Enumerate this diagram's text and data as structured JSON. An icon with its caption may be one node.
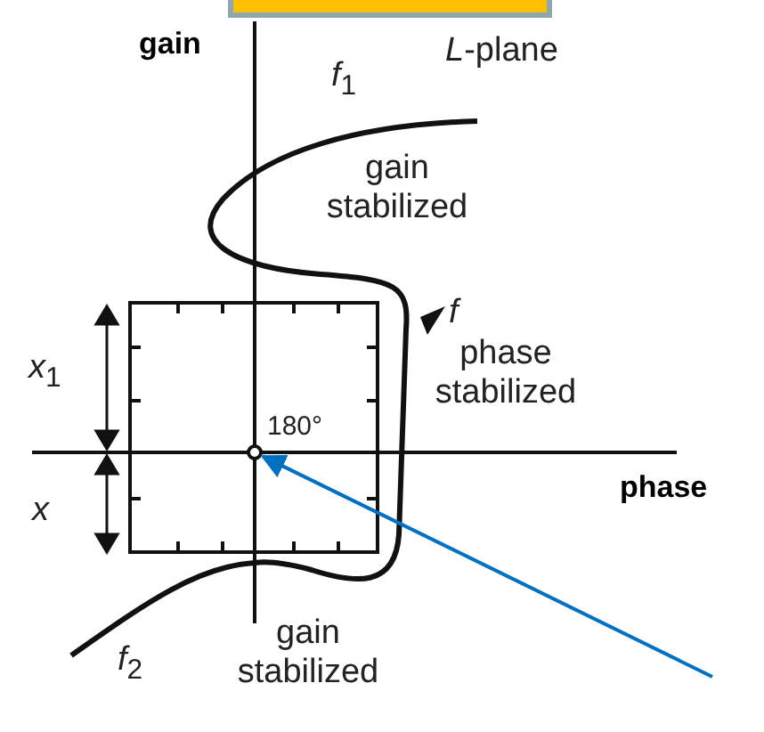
{
  "diagram": {
    "nodes": [
      {
        "text": [],
        "shape": "box"
      },
      {
        "text": [],
        "shape": "circle"
      }
    ],
    "edges": [
      {
        "from": null,
        "to": 1,
        "arrow": "to",
        "color": "#0070c0"
      }
    ],
    "labels": [
      "gain",
      "*L*-plane",
      "*f*$_{1}$",
      "gain stabilized",
      "*f*",
      "phase stabilized",
      "*x*$_{1}$",
      "180°",
      "phase",
      "*x*",
      "*f*$_{2}$",
      "gain stabilized"
    ]
  }
}
